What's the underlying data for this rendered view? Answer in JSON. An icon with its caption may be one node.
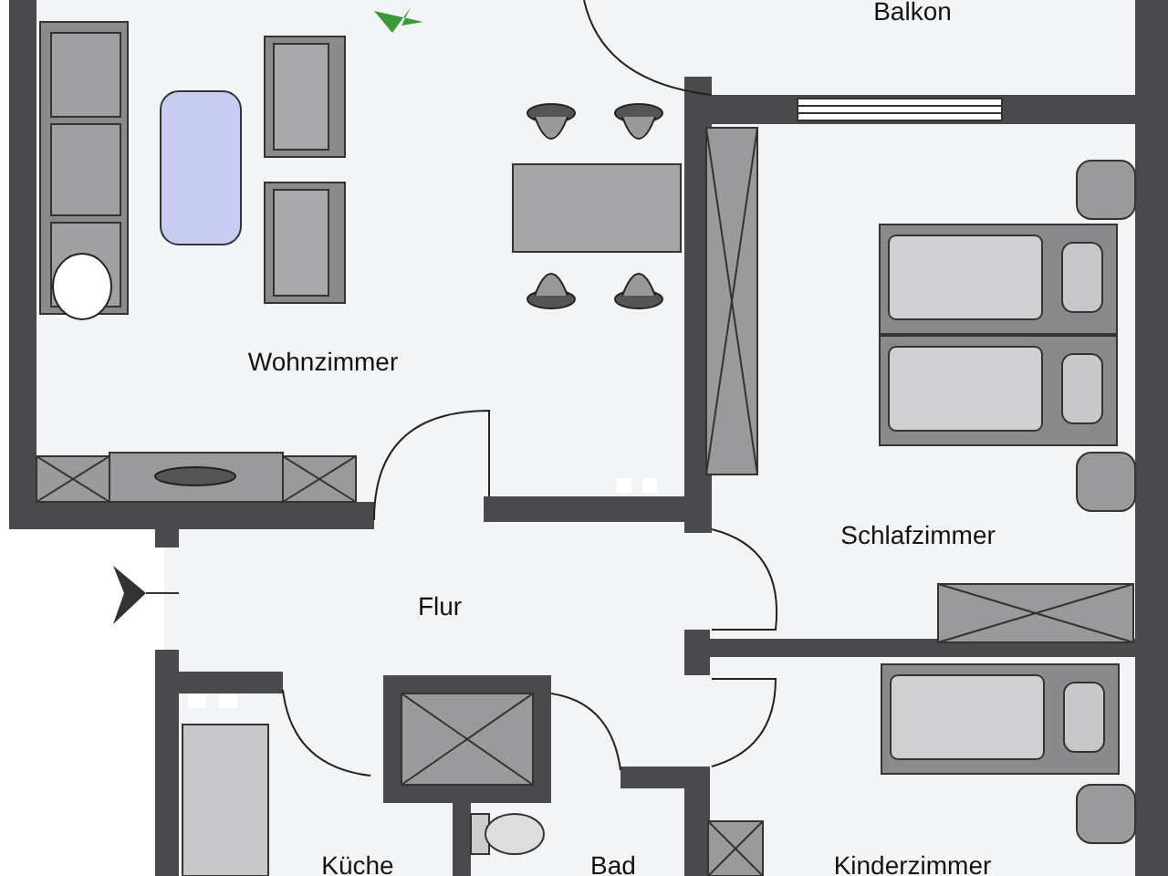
{
  "diagram": {
    "labels": [
      "Balkon",
      "Wohnzimmer",
      "Schlafzimmer",
      "Flur",
      "Küche",
      "Bad",
      "Kinderzimmer"
    ]
  }
}
